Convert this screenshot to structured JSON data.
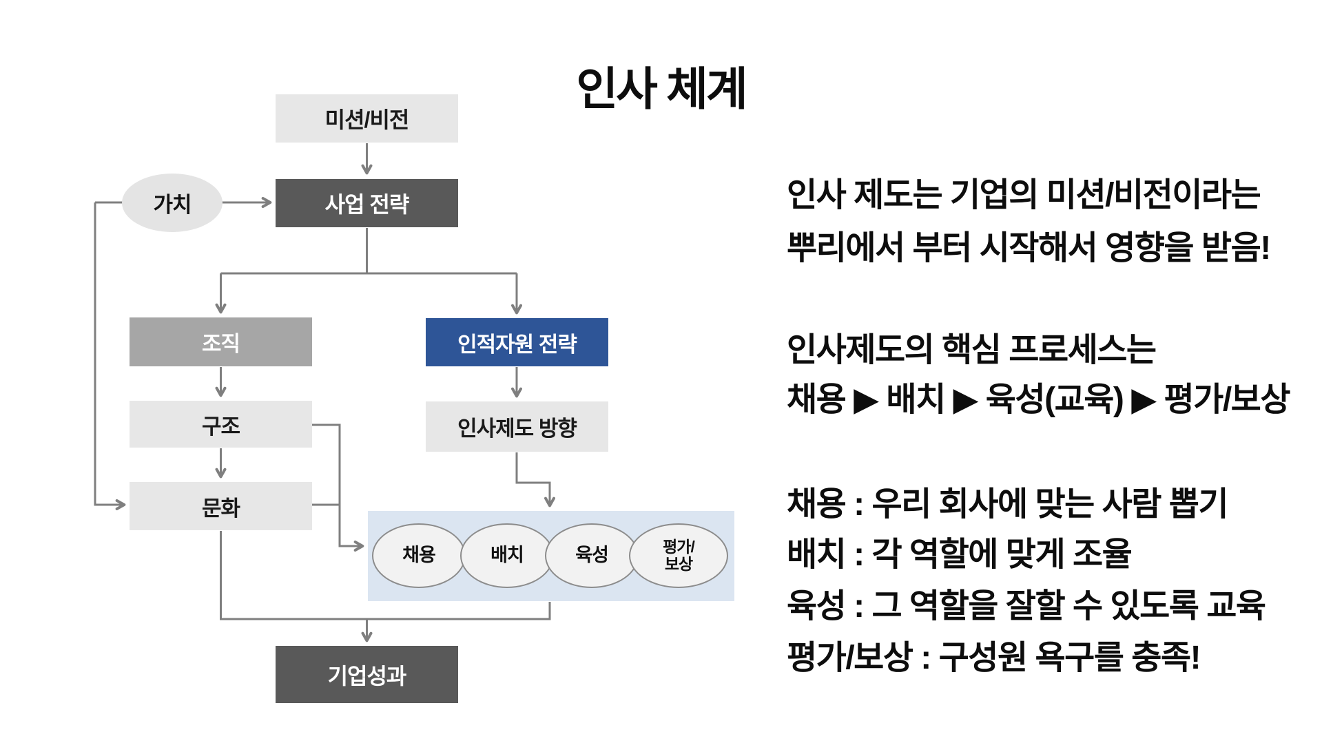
{
  "title": "인사 체계",
  "colors": {
    "dark_box": "#595959",
    "medium_box": "#a6a6a6",
    "light_box": "#e7e7e7",
    "accent_blue": "#2e5597",
    "process_band": "#dbe5f1",
    "process_ellipse_fill": "#f2f2f2",
    "process_ellipse_border": "#8c8c8c",
    "value_ellipse": "#e4e4e4",
    "connector": "#7f7f7f"
  },
  "flowchart": {
    "mission": "미션/비전",
    "value": "가치",
    "business_strategy": "사업 전략",
    "organization": "조직",
    "hr_strategy": "인적자원 전략",
    "structure": "구조",
    "hr_policy_direction": "인사제도 방향",
    "culture": "문화",
    "corporate_performance": "기업성과",
    "process_steps": [
      {
        "label": "채용"
      },
      {
        "label": "배치"
      },
      {
        "label": "육성"
      },
      {
        "lines": [
          "평가/",
          "보상"
        ]
      }
    ]
  },
  "notes": {
    "root_influence": [
      "인사 제도는 기업의 미션/비전이라는",
      "뿌리에서 부터 시작해서 영향을 받음!"
    ],
    "core_process": [
      "인사제도의 핵심 프로세스는",
      "채용 ▶ 배치 ▶ 육성(교육) ▶ 평가/보상"
    ],
    "definitions": [
      "채용 : 우리 회사에 맞는 사람 뽑기",
      "배치 : 각 역할에 맞게 조율",
      "육성 : 그 역할을 잘할 수 있도록 교육",
      "평가/보상 : 구성원 욕구를 충족!"
    ]
  }
}
